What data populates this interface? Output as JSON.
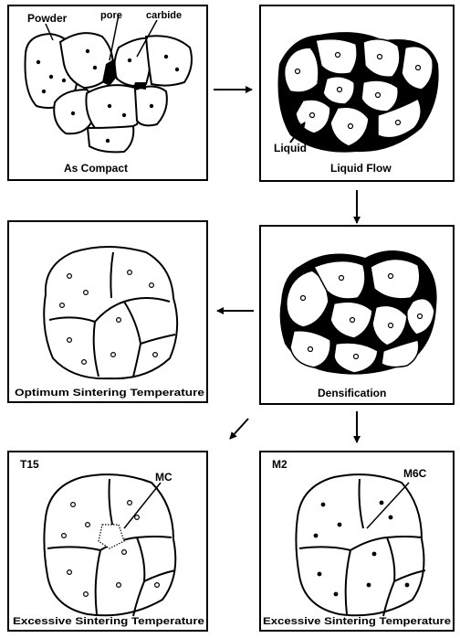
{
  "panels": {
    "as_compact": {
      "caption": "As Compact",
      "callouts": {
        "powder": "Powder",
        "pore": "pore",
        "carbide": "carbide"
      }
    },
    "liquid_flow": {
      "caption": "Liquid Flow",
      "callouts": {
        "liquid": "Liquid"
      }
    },
    "densification": {
      "caption": "Densification"
    },
    "optimum": {
      "caption": "Optimum Sintering Temperature"
    },
    "excessive_t15": {
      "tag": "T15",
      "caption": "Excessive Sintering Temperature",
      "callouts": {
        "carbide_type": "MC"
      }
    },
    "excessive_m2": {
      "tag": "M2",
      "caption": "Excessive Sintering Temperature",
      "callouts": {
        "carbide_type": "M6C"
      }
    }
  },
  "colors": {
    "ink": "#000000",
    "paper": "#ffffff"
  }
}
